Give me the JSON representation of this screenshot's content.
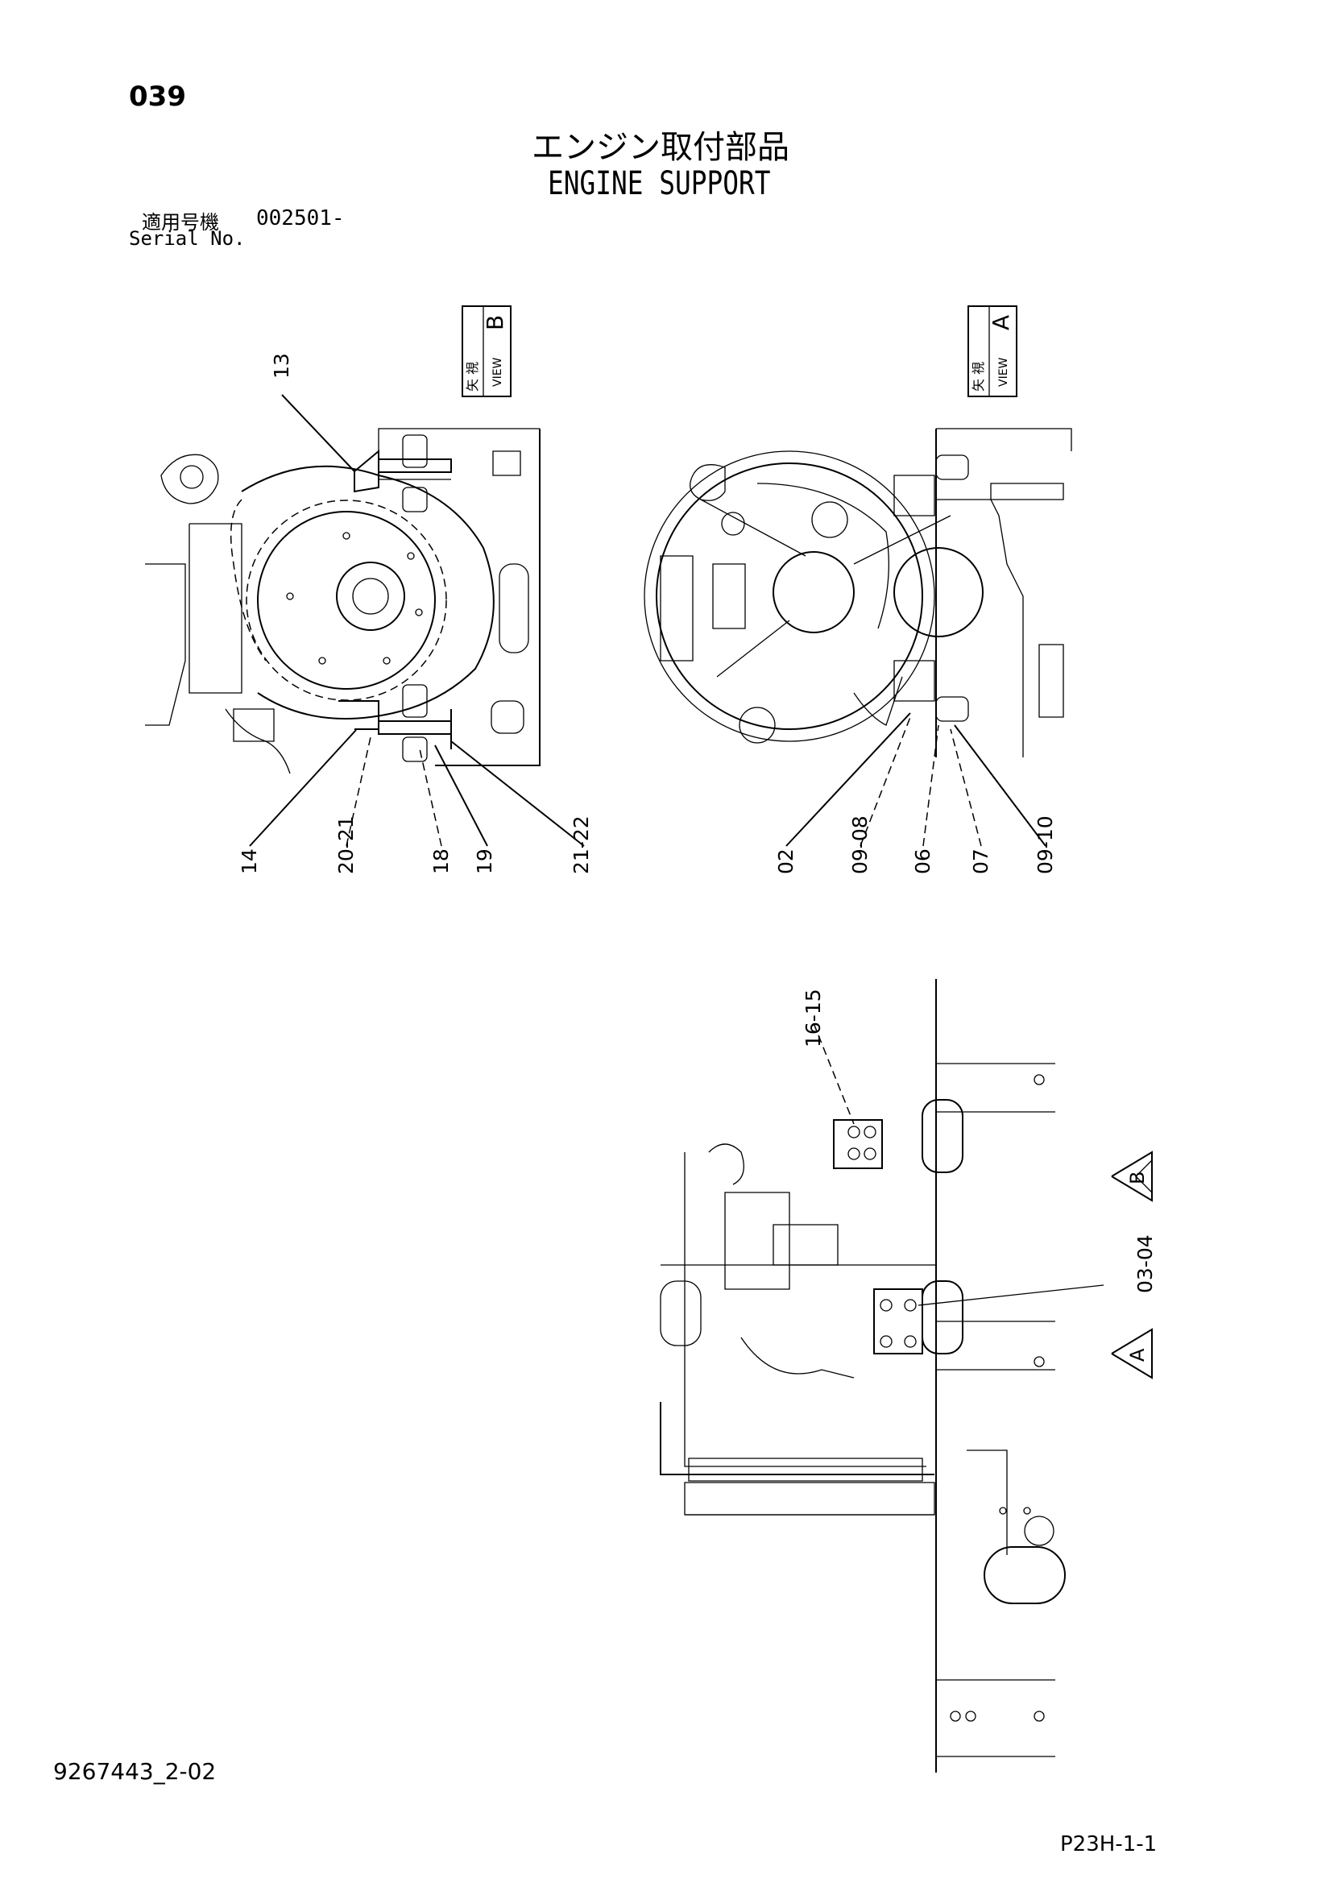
{
  "header": {
    "page_number": "039",
    "title_jp": "エンジン取付部品",
    "title_en": "ENGINE SUPPORT",
    "serial_label_jp": "適用号機",
    "serial_value": "002501-",
    "serial_label_en": "Serial No."
  },
  "views": {
    "view_b": {
      "kanji": "矢 視",
      "word": "VIEW",
      "letter": "B"
    },
    "view_a": {
      "kanji": "矢 視",
      "word": "VIEW",
      "letter": "A"
    }
  },
  "callouts": {
    "left_view": [
      "13",
      "14",
      "20-21",
      "18",
      "19",
      "21-22"
    ],
    "right_view": [
      "02",
      "09-08",
      "06",
      "07",
      "09-10"
    ],
    "side_view": [
      "16-15",
      "03-04"
    ]
  },
  "markers": {
    "b": "B",
    "a": "A"
  },
  "footer": {
    "drawing_number": "9267443_2-02",
    "page_code": "P23H-1-1"
  }
}
